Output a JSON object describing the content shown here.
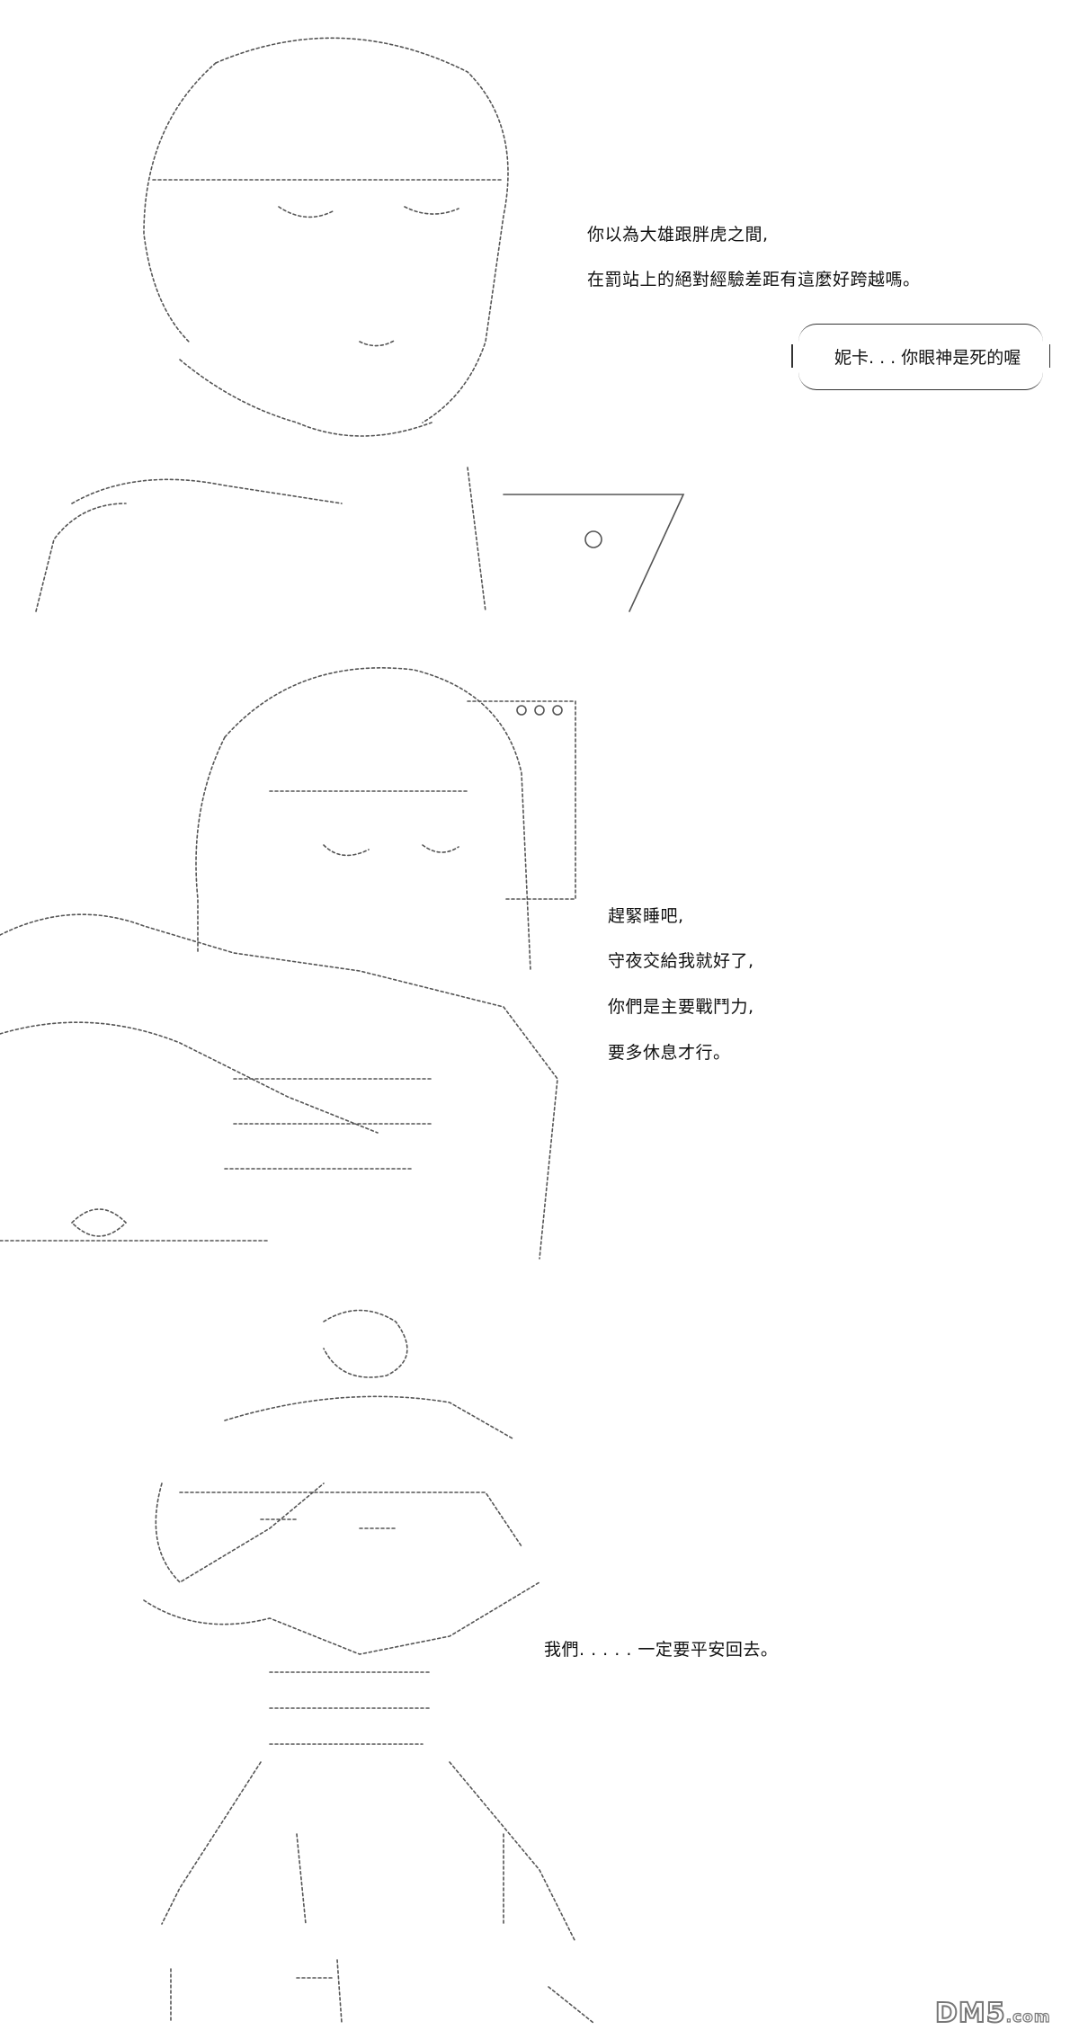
{
  "panel1": {
    "narration": [
      "你以為大雄跟胖虎之間,",
      "在罰站上的絕對經驗差距有這麼好跨越嗎。"
    ],
    "bubble_text": "妮卡. . . 你眼神是死的喔"
  },
  "panel2": {
    "narration": [
      "趕緊睡吧,",
      "守夜交給我就好了,",
      "你們是主要戰鬥力,",
      "要多休息才行。"
    ]
  },
  "panel3": {
    "narration": [
      "我們. . . . . 一定要平安回去。"
    ]
  },
  "watermark": {
    "main": "DM5",
    "suffix": ".com"
  }
}
